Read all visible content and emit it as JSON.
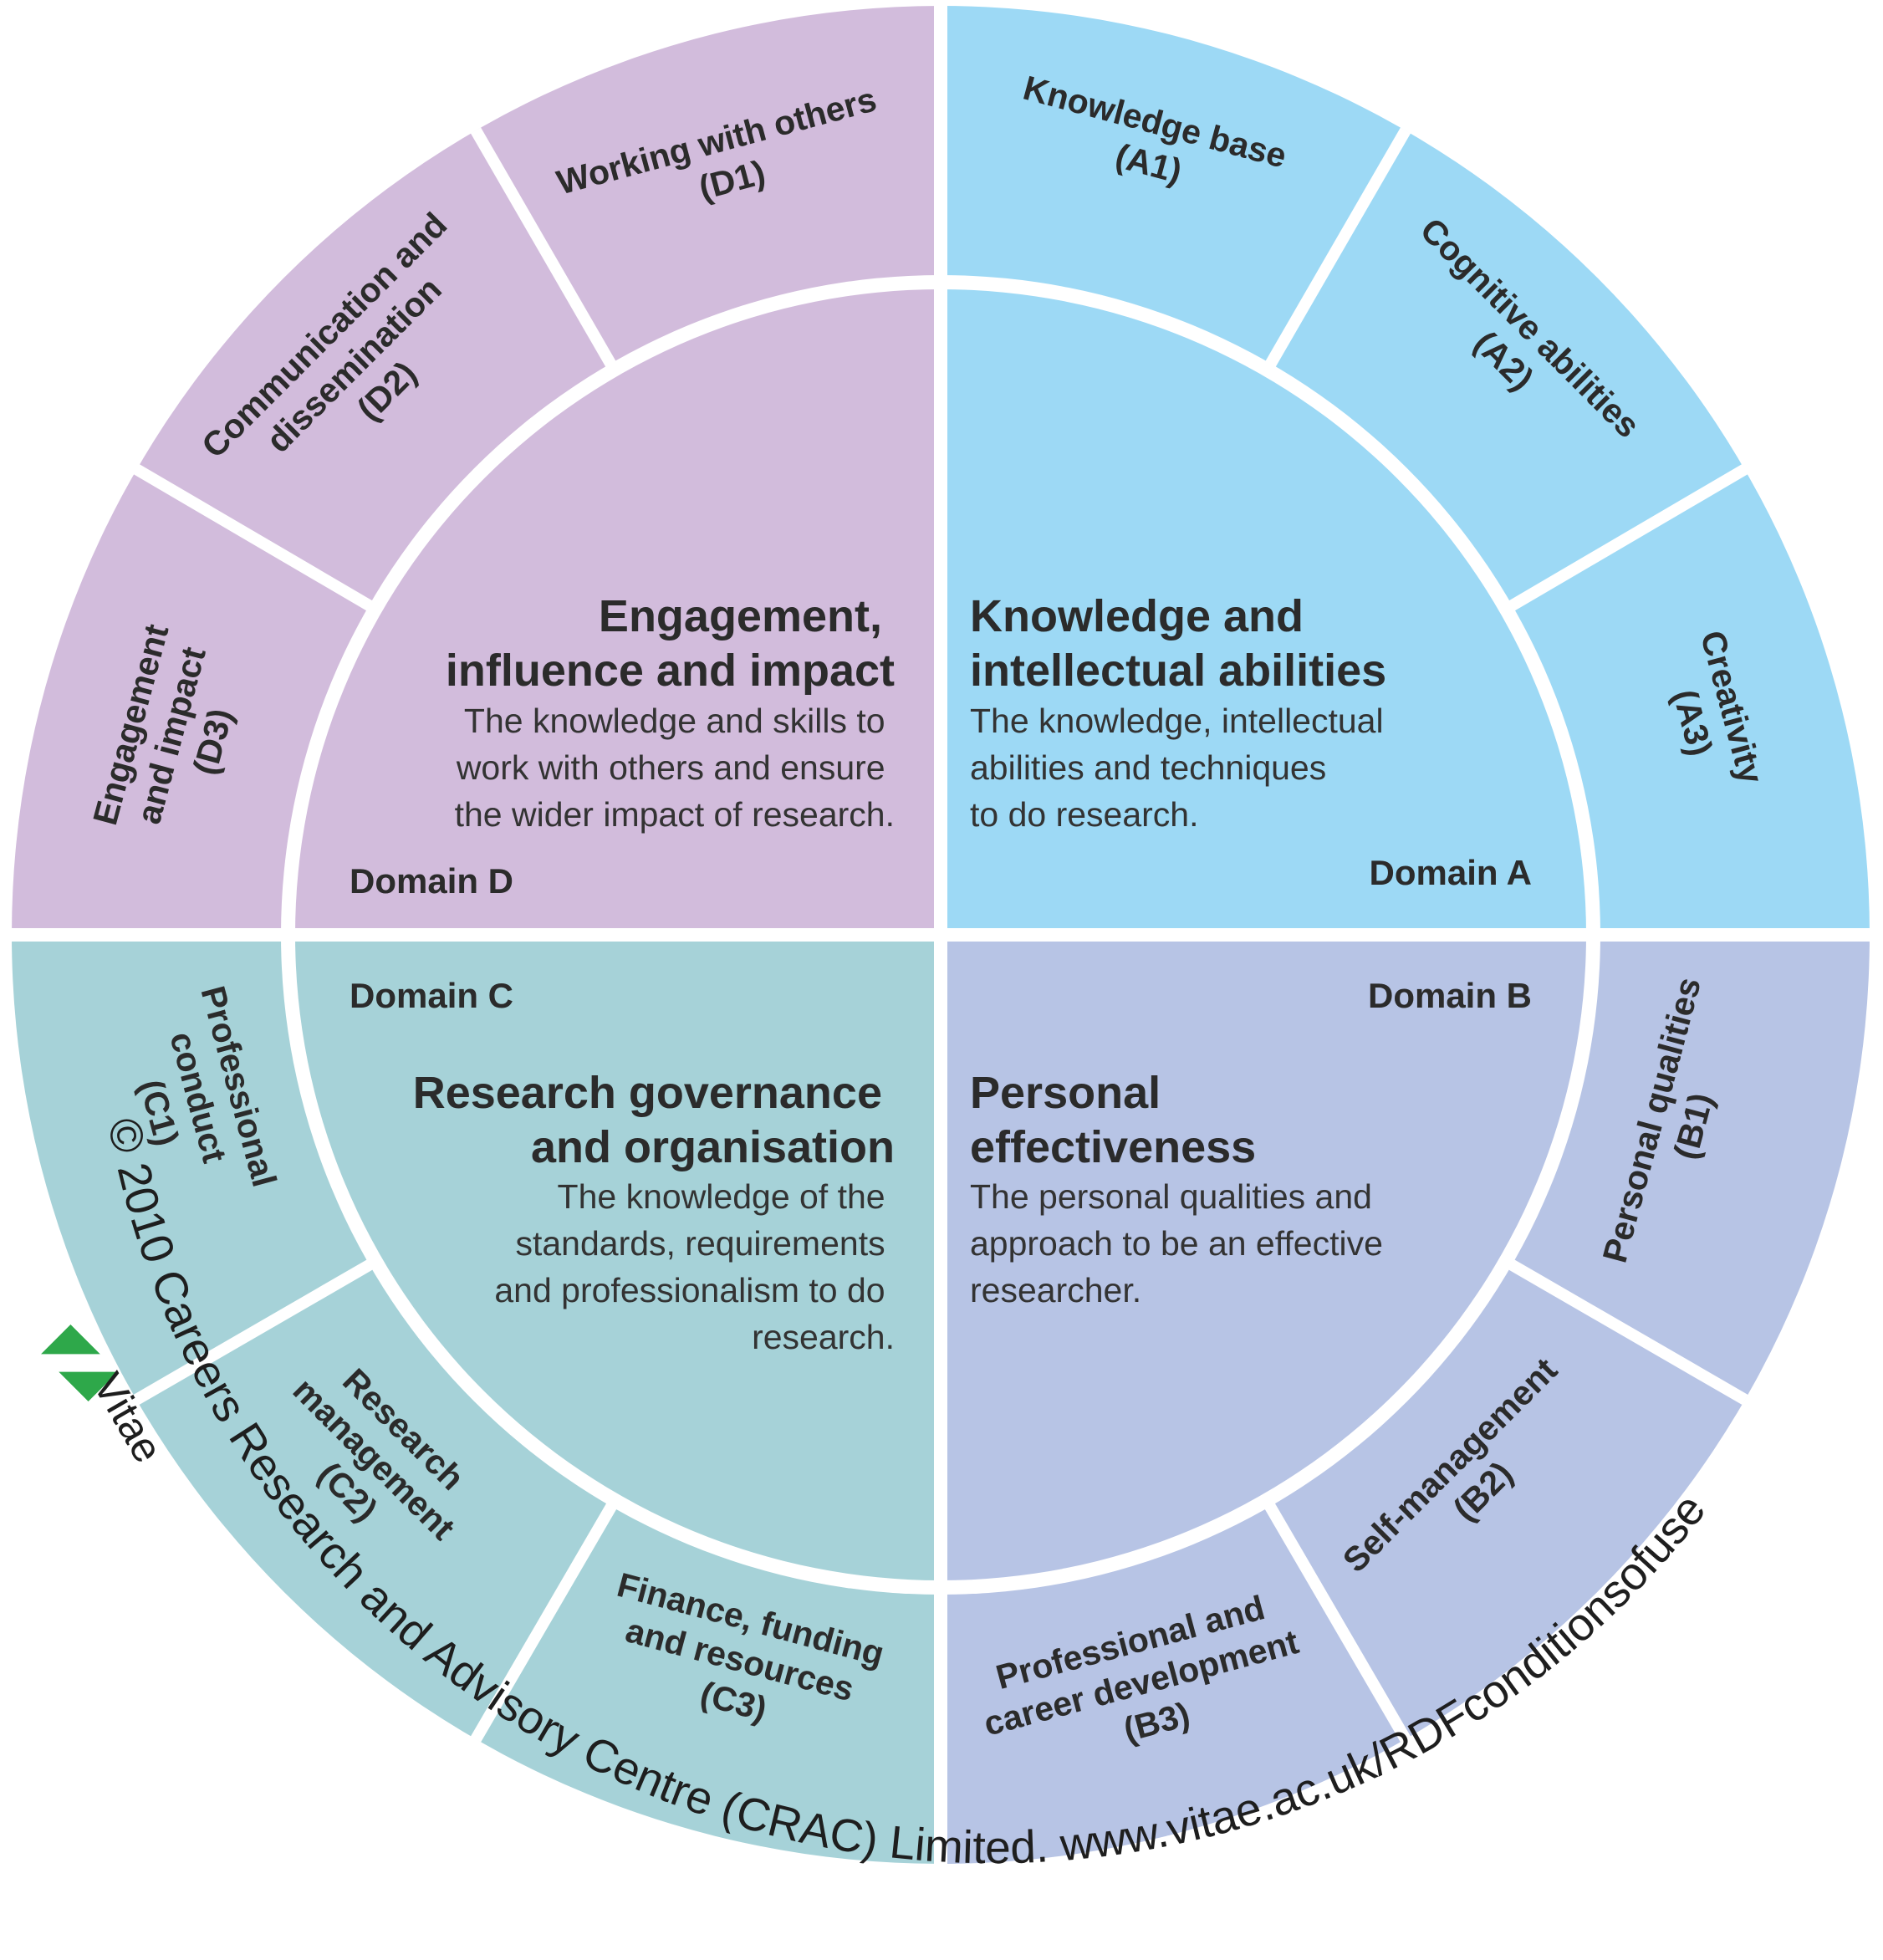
{
  "colors": {
    "domain_a": "#9dd9f5",
    "domain_b": "#b7c4e5",
    "domain_c": "#a6d2d8",
    "domain_d": "#d2bcdc",
    "separator": "#ffffff",
    "logo_green": "#2ea84a"
  },
  "domains": {
    "a": {
      "label": "Domain A",
      "title_lines": [
        "Knowledge and",
        "intellectual abilities"
      ],
      "desc_lines": [
        "The knowledge, intellectual",
        "abilities and techniques",
        "to do research."
      ]
    },
    "b": {
      "label": "Domain B",
      "title_lines": [
        "Personal",
        "effectiveness"
      ],
      "desc_lines": [
        "The personal qualities and",
        "approach to be an effective",
        "researcher."
      ]
    },
    "c": {
      "label": "Domain C",
      "title_lines": [
        "Research governance",
        "and organisation"
      ],
      "desc_lines": [
        "The knowledge of the",
        "standards, requirements",
        "and professionalism to do",
        "research."
      ]
    },
    "d": {
      "label": "Domain D",
      "title_lines": [
        "Engagement,",
        "influence and impact"
      ],
      "desc_lines": [
        "The knowledge and skills to",
        "work with others and ensure",
        "the wider impact of research."
      ]
    }
  },
  "segments": {
    "a1": [
      "Knowledge base",
      "(A1)"
    ],
    "a2": [
      "Cognitive abilities",
      "(A2)"
    ],
    "a3": [
      "Creativity",
      "(A3)"
    ],
    "b1": [
      "Personal qualities",
      "(B1)"
    ],
    "b2": [
      "Self-management",
      "(B2)"
    ],
    "b3": [
      "Professional and",
      "career development",
      "(B3)"
    ],
    "c1": [
      "Professional",
      "conduct",
      "(C1)"
    ],
    "c2": [
      "Research",
      "management",
      "(C2)"
    ],
    "c3": [
      "Finance, funding",
      "and resources",
      "(C3)"
    ],
    "d1": [
      "Working with others",
      "(D1)"
    ],
    "d2": [
      "Communication and",
      "dissemination",
      "(D2)"
    ],
    "d3": [
      "Engagement",
      "and impact",
      "(D3)"
    ]
  },
  "footer": {
    "copyright": "© 2010 Careers Research and Advisory Centre (CRAC) Limited. www.vitae.ac.uk/RDFconditionsofuse",
    "brand": "Vitae",
    "logo_icon": "vitae-logo-icon"
  }
}
